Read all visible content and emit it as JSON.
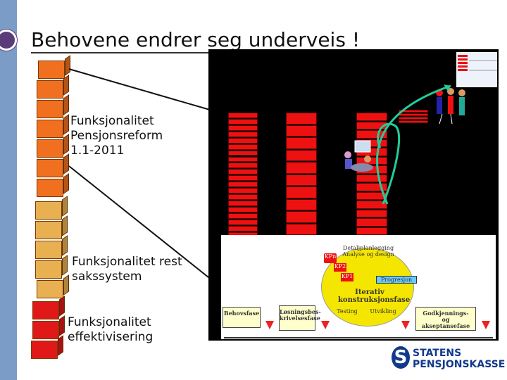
{
  "slide": {
    "title": "Behovene endrer seg underveis !"
  },
  "labels": {
    "pension": "Funksjonalitet\nPensjonsreform\n1.1-2011",
    "rest": "Funksjonalitet rest\nsakssystem",
    "effect": "Funksjonalitet\neffektivisering"
  },
  "process": {
    "phases": {
      "behov": "Behovsfase",
      "losning": "Løsningsbes-\nkrivelsesfase",
      "godkj": "Godkjennings-\nog\nakseptansefase"
    },
    "circle": {
      "top": "Detaljplanlegging\nAnalyse og design",
      "iter": "Iterativ\nkonstruksjonsfase",
      "testing": "Testing",
      "utvikling": "Utvikling",
      "progresjon": "Progresjon"
    },
    "kp": [
      "KPn",
      "KP2",
      "KP1"
    ]
  },
  "logo": {
    "mark": "S",
    "line1": "STATENS",
    "line2": "PENSJONSKASSE"
  },
  "colors": {
    "orange": "#f07020",
    "tan": "#e8b050",
    "red": "#e01818",
    "sidebar": "#7c9cc8",
    "logo": "#123a8c"
  }
}
